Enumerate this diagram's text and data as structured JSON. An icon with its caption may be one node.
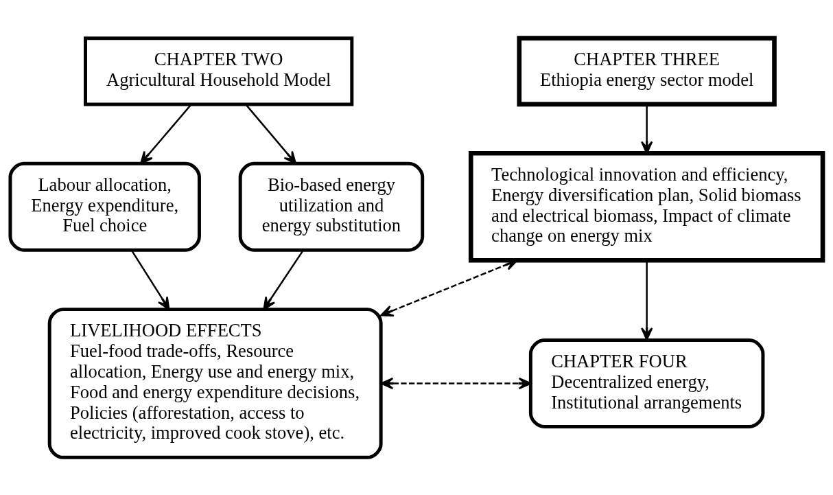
{
  "diagram": {
    "nodes": [
      {
        "text": [
          "CHAPTER TWO",
          "Agricultural Household Model"
        ]
      },
      {
        "text": [
          "Labour allocation, Energy expenditure, Fuel choice"
        ]
      },
      {
        "text": [
          "Bio-based energy utilization and energy substitution"
        ]
      },
      {
        "text": [
          "LIVELIHOOD EFFECTS",
          "Fuel-food trade-offs, Resource allocation, Energy use and energy mix, Food and energy expenditure decisions, Policies (afforestation, access to electricity, improved cook stove), etc."
        ]
      },
      {
        "text": [
          "CHAPTER THREE",
          "Ethiopia energy sector model"
        ]
      },
      {
        "text": [
          "Technological innovation and efficiency, Energy diversification plan, Solid biomass and electrical biomass, Impact of climate change on energy mix"
        ]
      },
      {
        "text": [
          "CHAPTER FOUR",
          "Decentralized energy, Institutional arrangements"
        ]
      }
    ],
    "edges": [
      {
        "from": 0,
        "to": 1,
        "arrow": "to"
      },
      {
        "from": 0,
        "to": 2,
        "arrow": "to"
      },
      {
        "from": 1,
        "to": 3,
        "arrow": "to"
      },
      {
        "from": 2,
        "to": 3,
        "arrow": "to"
      },
      {
        "from": 4,
        "to": 5,
        "arrow": "to"
      },
      {
        "from": 5,
        "to": 6,
        "arrow": "to"
      },
      {
        "from": 3,
        "to": 5,
        "arrow": "both",
        "style": "dashed"
      },
      {
        "from": 3,
        "to": 6,
        "arrow": "both",
        "style": "dashed"
      }
    ]
  }
}
